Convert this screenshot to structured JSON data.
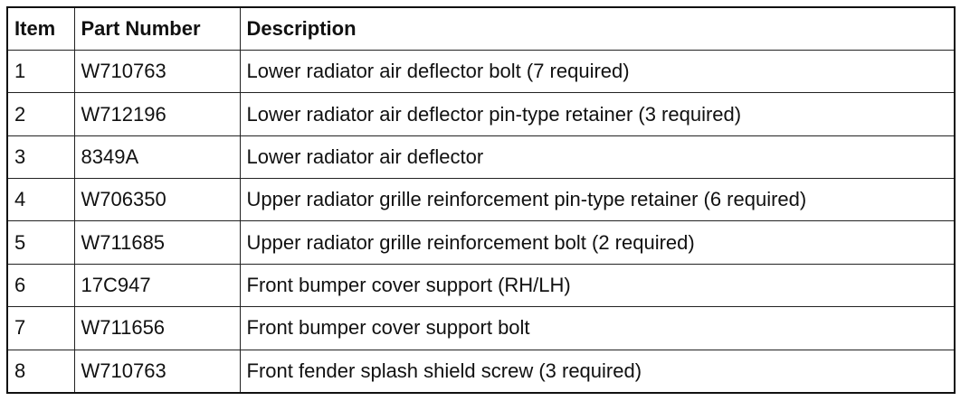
{
  "table": {
    "headers": {
      "item": "Item",
      "part_number": "Part Number",
      "description": "Description"
    },
    "rows": [
      {
        "item": "1",
        "part_number": "W710763",
        "description": "Lower radiator air deflector bolt (7 required)"
      },
      {
        "item": "2",
        "part_number": "W712196",
        "description": "Lower radiator air deflector pin-type retainer (3 required)"
      },
      {
        "item": "3",
        "part_number": "8349A",
        "description": "Lower radiator air deflector"
      },
      {
        "item": "4",
        "part_number": "W706350",
        "description": "Upper radiator grille reinforcement pin-type retainer (6 required)"
      },
      {
        "item": "5",
        "part_number": "W711685",
        "description": "Upper radiator grille reinforcement bolt (2 required)"
      },
      {
        "item": "6",
        "part_number": "17C947",
        "description": "Front bumper cover support (RH/LH)"
      },
      {
        "item": "7",
        "part_number": "W711656",
        "description": "Front bumper cover support bolt"
      },
      {
        "item": "8",
        "part_number": "W710763",
        "description": "Front fender splash shield screw (3 required)"
      }
    ]
  }
}
